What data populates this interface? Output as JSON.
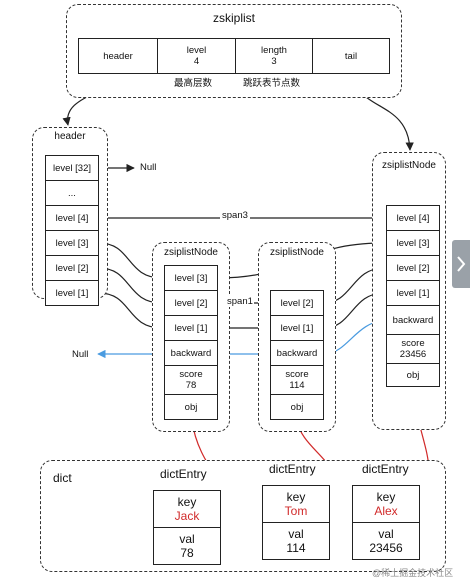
{
  "zskiplist": {
    "title": "zskiplist",
    "header": "header",
    "level_name": "level",
    "level_value": "4",
    "length_name": "length",
    "length_value": "3",
    "tail": "tail",
    "note_level": "最高层数",
    "note_length": "跳跃表节点数"
  },
  "header_node": {
    "title": "header",
    "rows": [
      "level [32]",
      "...",
      "level [4]",
      "level [3]",
      "level [2]",
      "level [1]"
    ],
    "null_label": "Null"
  },
  "node_a": {
    "title": "zsiplistNode",
    "levels": [
      "level [3]",
      "level [2]",
      "level [1]"
    ],
    "backward": "backward",
    "score_label": "score",
    "score_value": "78",
    "obj": "obj"
  },
  "node_b": {
    "title": "zsiplistNode",
    "levels": [
      "level [2]",
      "level [1]"
    ],
    "backward": "backward",
    "score_label": "score",
    "score_value": "114",
    "obj": "obj"
  },
  "node_c": {
    "title": "zsiplistNode",
    "levels": [
      "level [4]",
      "level [3]",
      "level [2]",
      "level [1]"
    ],
    "backward": "backward",
    "score_label": "score",
    "score_value": "23456",
    "obj": "obj"
  },
  "span_labels": {
    "span3": "span3",
    "span1": "span1"
  },
  "null_left": "Null",
  "dict": {
    "title": "dict",
    "entries": [
      {
        "title": "dictEntry",
        "key_label": "key",
        "key_value": "Jack",
        "val_label": "val",
        "val_value": "78"
      },
      {
        "title": "dictEntry",
        "key_label": "key",
        "key_value": "Tom",
        "val_label": "val",
        "val_value": "114"
      },
      {
        "title": "dictEntry",
        "key_label": "key",
        "key_value": "Alex",
        "val_label": "val",
        "val_value": "23456"
      }
    ]
  },
  "watermark": "@稀土掘金技术社区",
  "colors": {
    "line": "#222222",
    "backward": "#4a9be0",
    "obj_link": "#d12a2a",
    "key_text": "#d12a2a"
  }
}
